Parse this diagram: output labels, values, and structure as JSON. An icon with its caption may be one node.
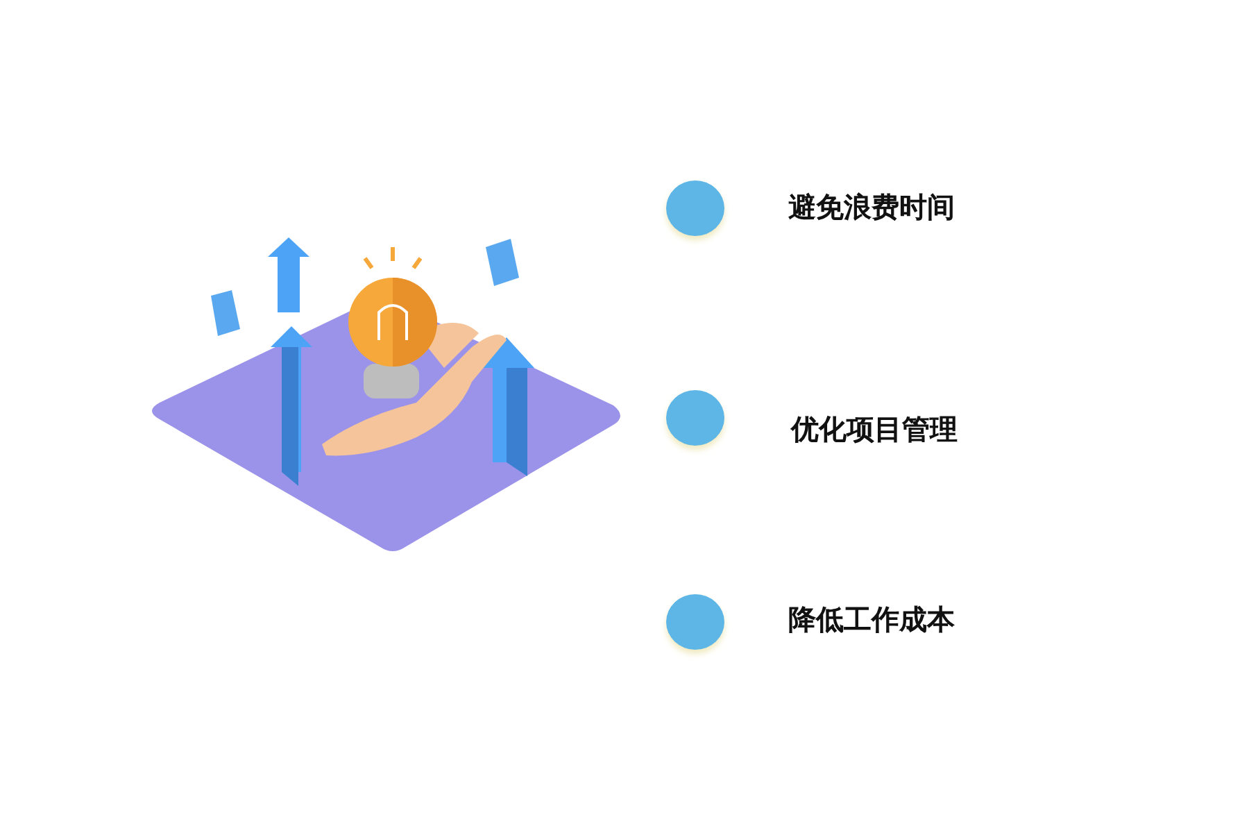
{
  "diagram": {
    "nodes": [
      {
        "text": [],
        "shape": "picture"
      },
      {
        "text": [],
        "shape": "circle",
        "beside": [
          "避免浪费时间"
        ]
      },
      {
        "text": [],
        "shape": "circle",
        "beside": [
          "优化项目管理"
        ]
      },
      {
        "text": [],
        "shape": "circle",
        "beside": [
          "降低工作成本"
        ]
      }
    ]
  }
}
